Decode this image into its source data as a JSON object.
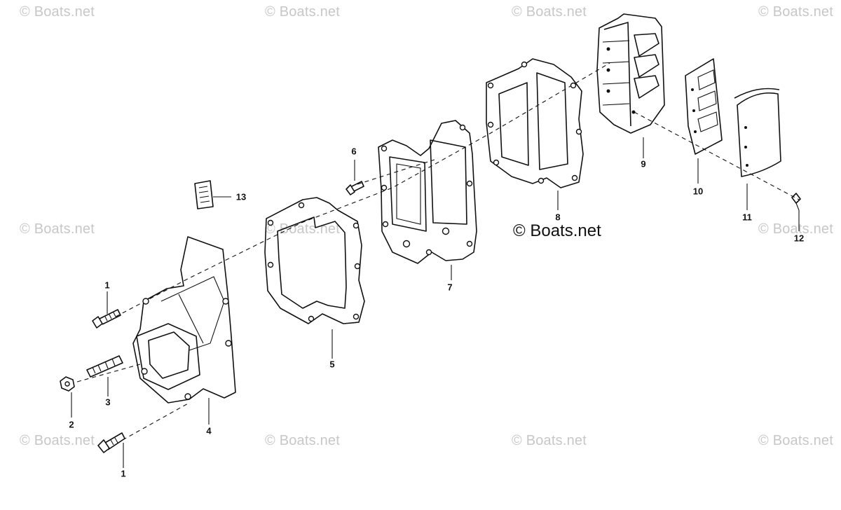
{
  "watermark": {
    "text": "© Boats.net",
    "center_text": "© Boats.net"
  },
  "callouts": {
    "c1a": "1",
    "c1b": "1",
    "c2": "2",
    "c3": "3",
    "c4": "4",
    "c5": "5",
    "c6": "6",
    "c7": "7",
    "c8": "8",
    "c9": "9",
    "c10": "10",
    "c11": "11",
    "c12": "12",
    "c13": "13"
  },
  "colors": {
    "line": "#111111",
    "watermark": "#c7c7c7"
  }
}
